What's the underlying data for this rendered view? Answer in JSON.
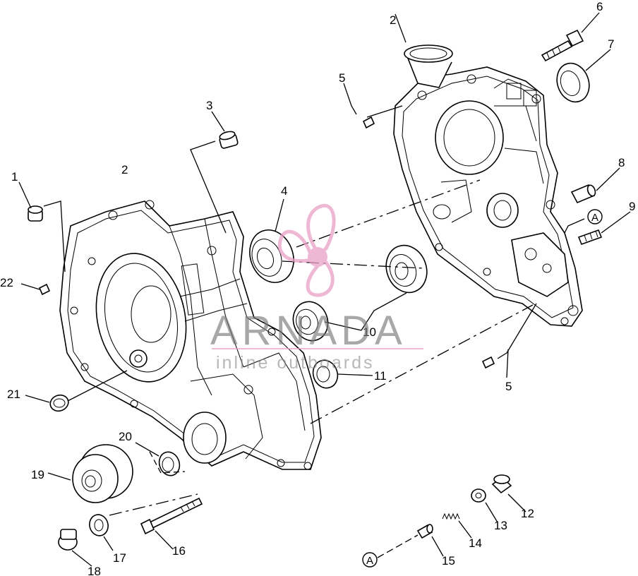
{
  "diagram": {
    "callouts": {
      "c1": "1",
      "c2a": "2",
      "c2b": "2",
      "c3": "3",
      "c4": "4",
      "c5a": "5",
      "c5b": "5",
      "c6": "6",
      "c7": "7",
      "c8": "8",
      "c9": "9",
      "c10": "10",
      "c11": "11",
      "c12": "12",
      "c13": "13",
      "c14": "14",
      "c15": "15",
      "c16": "16",
      "c17": "17",
      "c18": "18",
      "c19": "19",
      "c20": "20",
      "c21": "21",
      "c22": "22"
    },
    "ref_marks": {
      "a1": "A",
      "a2": "A"
    }
  },
  "watermark": {
    "brand": "ARNADA",
    "tagline": "inline outboards",
    "colors": {
      "logo": "#e9a0c6",
      "logo_dark": "#c25b93",
      "text": "#7a7a7a"
    }
  }
}
